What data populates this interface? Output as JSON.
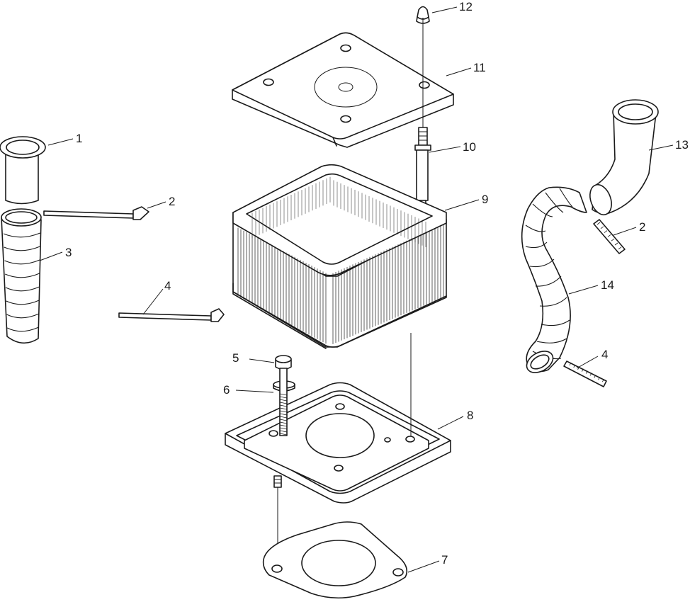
{
  "callouts": [
    {
      "id": "c1",
      "text": "1"
    },
    {
      "id": "c2a",
      "text": "2"
    },
    {
      "id": "c3",
      "text": "3"
    },
    {
      "id": "c4a",
      "text": "4"
    },
    {
      "id": "c5",
      "text": "5"
    },
    {
      "id": "c6",
      "text": "6"
    },
    {
      "id": "c7",
      "text": "7"
    },
    {
      "id": "c8",
      "text": "8"
    },
    {
      "id": "c9",
      "text": "9"
    },
    {
      "id": "c10",
      "text": "10"
    },
    {
      "id": "c11",
      "text": "11"
    },
    {
      "id": "c12",
      "text": "12"
    },
    {
      "id": "c13",
      "text": "13"
    },
    {
      "id": "c2b",
      "text": "2"
    },
    {
      "id": "c14",
      "text": "14"
    },
    {
      "id": "c4b",
      "text": "4"
    }
  ]
}
